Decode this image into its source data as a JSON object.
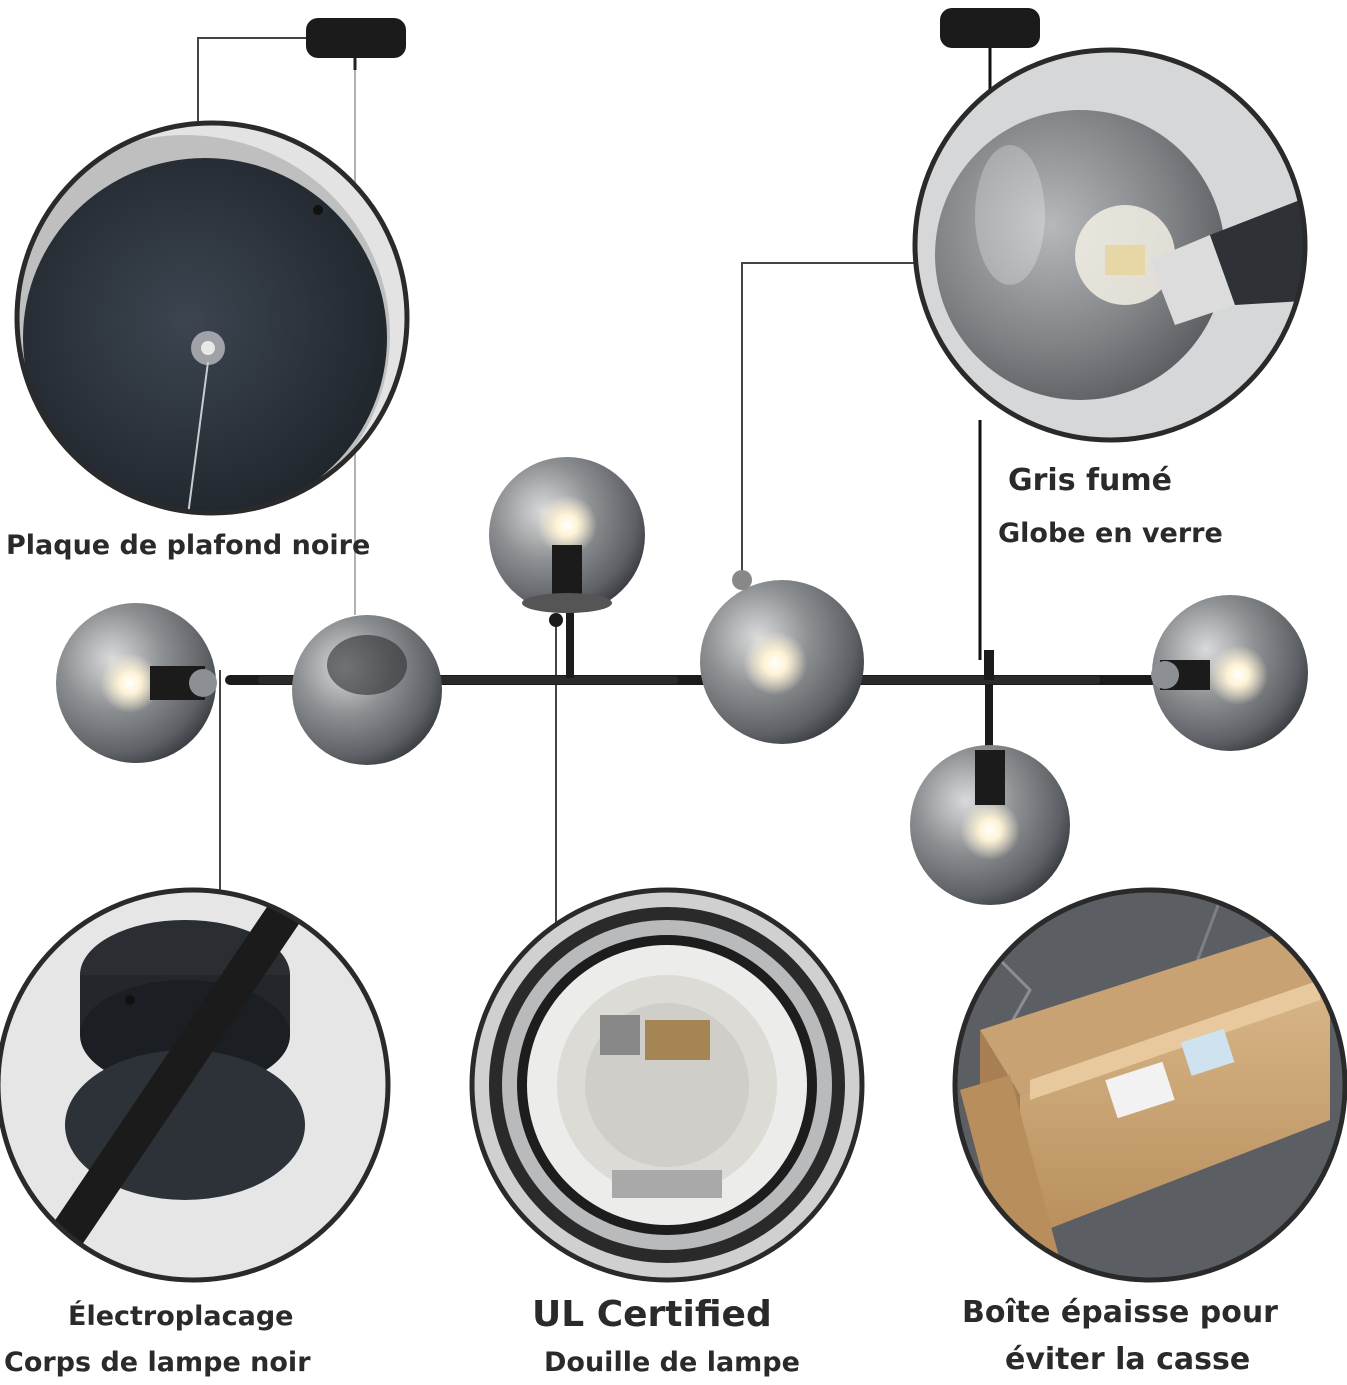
{
  "labels": {
    "ceiling_plate": "Plaque de plafond noire",
    "smoke_grey_title": "Gris fumé",
    "smoke_grey_sub": "Globe en verre",
    "plating_title": "Électroplacage",
    "plating_sub": "Corps de lampe noir",
    "ul_title": "UL Certified",
    "ul_sub": "Douille de lampe",
    "box_line1": "Boîte épaisse pour",
    "box_line2": "éviter la casse"
  },
  "colors": {
    "fixture_black": "#1b1b1b",
    "smoked_glass": "#8a8d90",
    "bulb_glow": "#fff3d6",
    "cardboard": "#c9a273",
    "marble": "#5a5d62",
    "text": "#2a2a2a"
  }
}
